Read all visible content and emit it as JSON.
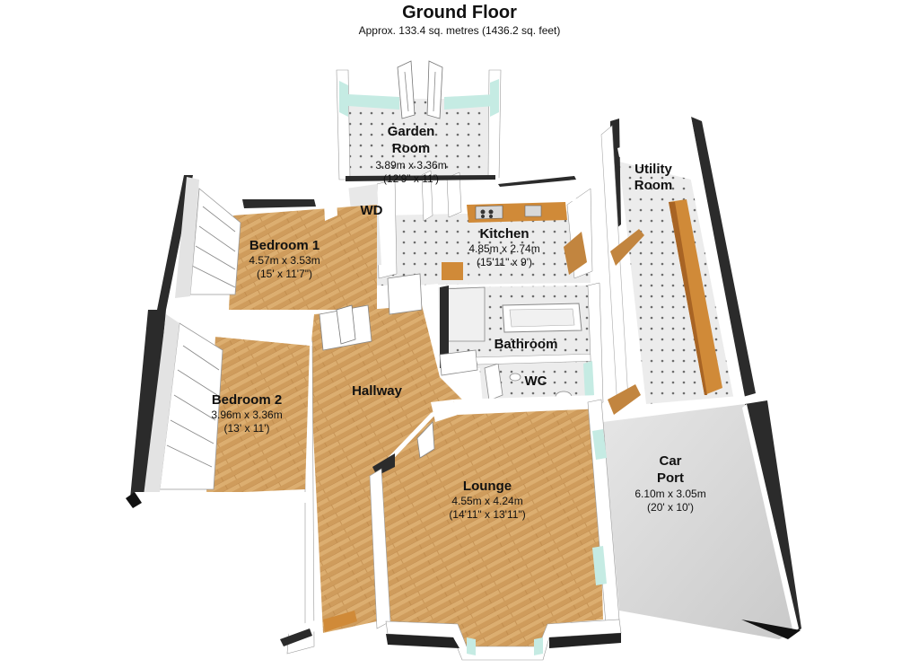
{
  "header": {
    "title": "Ground Floor",
    "subtitle": "Approx. 133.4 sq. metres (1436.2 sq. feet)"
  },
  "rooms": {
    "garden_room": {
      "name_1": "Garden",
      "name_2": "Room",
      "dim_m": "3.89m x 3.36m",
      "dim_ft": "(12'9\" x 11')"
    },
    "utility_room": {
      "name_1": "Utility",
      "name_2": "Room"
    },
    "wd": {
      "name": "WD"
    },
    "bedroom1": {
      "name": "Bedroom 1",
      "dim_m": "4.57m x 3.53m",
      "dim_ft": "(15' x 11'7\")"
    },
    "kitchen": {
      "name": "Kitchen",
      "dim_m": "4.85m x 2.74m",
      "dim_ft": "(15'11\" x 9')"
    },
    "bathroom": {
      "name": "Bathroom"
    },
    "wc": {
      "name": "WC"
    },
    "hallway": {
      "name": "Hallway"
    },
    "bedroom2": {
      "name": "Bedroom 2",
      "dim_m": "3.96m x 3.36m",
      "dim_ft": "(13' x 11')"
    },
    "lounge": {
      "name": "Lounge",
      "dim_m": "4.55m x 4.24m",
      "dim_ft": "(14'11\" x 13'11\")"
    },
    "car_port": {
      "name_1": "Car",
      "name_2": "Port",
      "dim_m": "6.10m x 3.05m",
      "dim_ft": "(20' x 10')"
    }
  },
  "colors": {
    "wood_floor": "#d9a96a",
    "tile_floor": "#eaeaea",
    "wall": "#ffffff",
    "wall_shade": "#2b2b2b",
    "glass": "#c5ebe3",
    "worktop": "#d08a38",
    "car_port_floor": "#d8d8d8"
  }
}
